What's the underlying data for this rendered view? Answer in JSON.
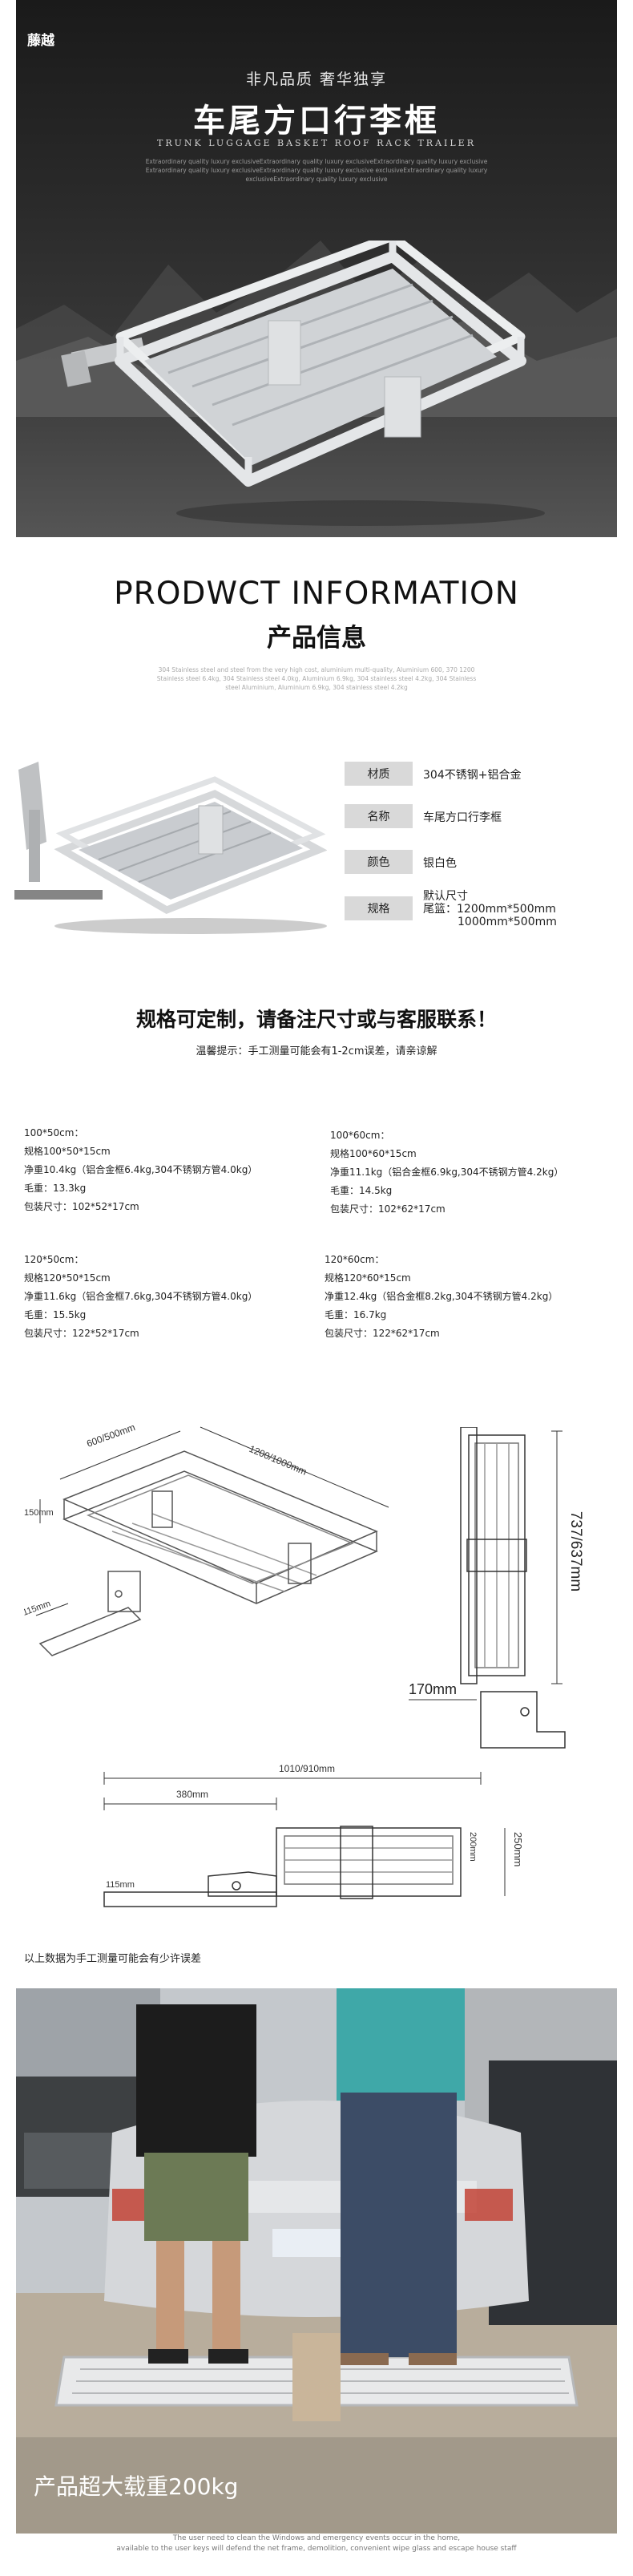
{
  "hero": {
    "brand": "藤越",
    "slogan": "非凡品质 奢华独享",
    "title": "车尾方口行李框",
    "subtitle_en": "TRUNK LUGGAGE BASKET ROOF RACK TRAILER",
    "small_text": "Extraordinary quality luxury exclusiveExtraordinary quality luxury exclusiveExtraordinary quality luxury exclusive Extraordinary quality luxury exclusiveExtraordinary quality luxury exclusive exclusiveExtraordinary quality luxury exclusiveExtraordinary quality luxury exclusive"
  },
  "info": {
    "title_en": "PRODWCT INFORMATION",
    "title_cn": "产品信息",
    "small_text": "304 Stainless steel and steel from the very high cost, aluminium multi-quality, Aluminium 600, 370 1200 Stainless steel 6.4kg, 304 Stainless steel 4.0kg, Aluminium 6.9kg, 304 stainless steel 4.2kg, 304 Stainless steel Aluminium, Aluminium 6.9kg, 304 stainless steel 4.2kg"
  },
  "specs": [
    {
      "label": "材质",
      "value": "304不锈钢+铝合金"
    },
    {
      "label": "名称",
      "value": "车尾方口行李框"
    },
    {
      "label": "颜色",
      "value": "银白色"
    },
    {
      "label": "规格",
      "value_lines": [
        "默认尺寸",
        "尾篮：1200mm*500mm",
        "1000mm*500mm"
      ]
    }
  ],
  "custom_note": "规格可定制，请备注尺寸或与客服联系！",
  "tip": "温馨提示：手工测量可能会有1-2cm误差，请亲谅解",
  "sizes": [
    {
      "heading": "100*50cm：",
      "lines": [
        "规格100*50*15cm",
        "净重10.4kg（铝合金框6.4kg,304不锈钢方管4.0kg）",
        "毛重：13.3kg",
        "包装尺寸：102*52*17cm"
      ]
    },
    {
      "heading": "100*60cm：",
      "lines": [
        "规格100*60*15cm",
        "净重11.1kg（铝合金框6.9kg,304不锈钢方管4.2kg）",
        "毛重：14.5kg",
        "包装尺寸：102*62*17cm"
      ]
    },
    {
      "heading": "120*50cm：",
      "lines": [
        "规格120*50*15cm",
        "净重11.6kg（铝合金框7.6kg,304不锈钢方管4.0kg）",
        "毛重：15.5kg",
        "包装尺寸：122*52*17cm"
      ]
    },
    {
      "heading": "120*60cm：",
      "lines": [
        "规格120*60*15cm",
        "净重12.4kg（铝合金框8.2kg,304不锈钢方管4.2kg）",
        "毛重：16.7kg",
        "包装尺寸：122*62*17cm"
      ]
    }
  ],
  "diagram1": {
    "width": "600/500mm",
    "length": "1200/1000mm",
    "height": "150mm",
    "hitch": "115mm"
  },
  "diagram2": {
    "length": "737/637mm",
    "depth": "170mm"
  },
  "diagram3": {
    "total": "1010/910mm",
    "offset": "380mm",
    "inner": "200mm",
    "outer": "250mm",
    "hitch": "115mm"
  },
  "measure_note": "以上数据为手工测量可能会有少许误差",
  "photo_caption": "产品超大载重200kg",
  "bottom_note": [
    "The user need to clean the Windows and emergency events occur in the home,",
    "available to the user keys will defend the net frame, demolition, convenient wipe glass and escape house staff"
  ],
  "colors": {
    "hero_bg": "#2b2b2b",
    "label_bg": "#d9d9d9",
    "rack_silver": "#d8dadc"
  }
}
